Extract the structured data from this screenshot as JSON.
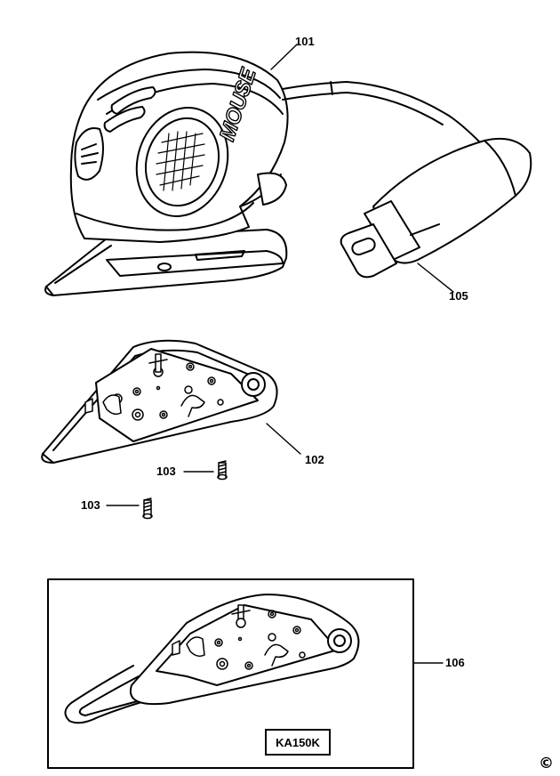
{
  "callouts": {
    "c101": "101",
    "c102": "102",
    "c103a": "103",
    "c103b": "103",
    "c105": "105",
    "c106": "106"
  },
  "kit_label": "KA150K",
  "brand_logo": "MOUSE",
  "copyright": "©"
}
